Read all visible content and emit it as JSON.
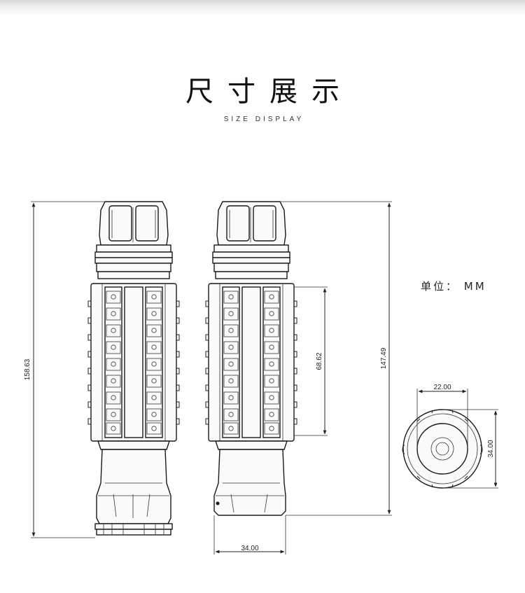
{
  "header": {
    "title": "尺寸展示",
    "subtitle": "SIZE DISPLAY"
  },
  "unit_label": "单位： MM",
  "dimensions": {
    "left_total_height": "158.63",
    "right_total_height": "147.49",
    "grip_length": "68.62",
    "base_width": "34.00",
    "end_inner_diameter": "22.00",
    "end_outer_diameter": "34.00"
  },
  "colors": {
    "line": "#1a1a1a",
    "background": "#ffffff"
  }
}
